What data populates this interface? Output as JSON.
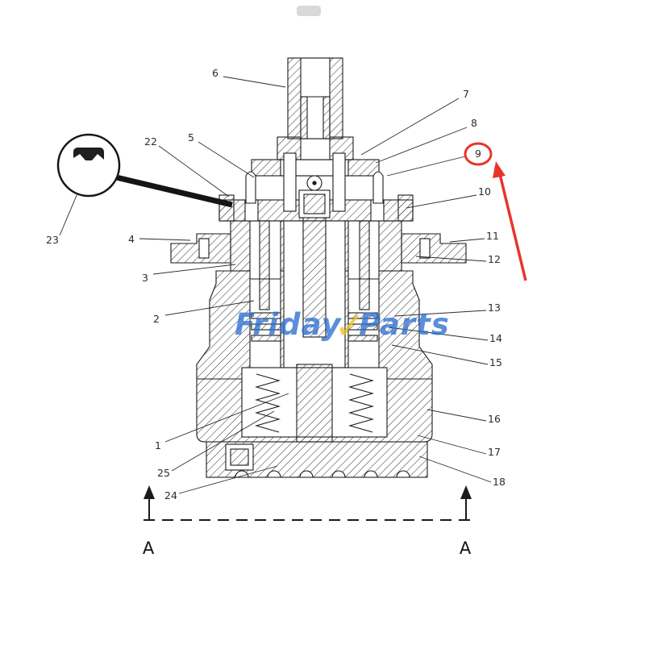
{
  "colors": {
    "highlight_red": "#e8352b",
    "watermark_blue": "#2f6fd0",
    "watermark_yellow": "#f0c020",
    "line": "#1a1a1a"
  },
  "diagram": {
    "type": "parts-cross-section",
    "watermark": {
      "first": "Friday",
      "check": "✓",
      "second": "Parts"
    },
    "section_letter": "A",
    "highlight": {
      "callout": "9"
    },
    "callouts": [
      {
        "label": "1"
      },
      {
        "label": "2"
      },
      {
        "label": "3"
      },
      {
        "label": "4"
      },
      {
        "label": "5"
      },
      {
        "label": "6"
      },
      {
        "label": "7"
      },
      {
        "label": "8"
      },
      {
        "label": "9"
      },
      {
        "label": "10"
      },
      {
        "label": "11"
      },
      {
        "label": "12"
      },
      {
        "label": "13"
      },
      {
        "label": "14"
      },
      {
        "label": "15"
      },
      {
        "label": "16"
      },
      {
        "label": "17"
      },
      {
        "label": "18"
      },
      {
        "label": "22"
      },
      {
        "label": "23"
      },
      {
        "label": "24"
      },
      {
        "label": "25"
      }
    ]
  }
}
